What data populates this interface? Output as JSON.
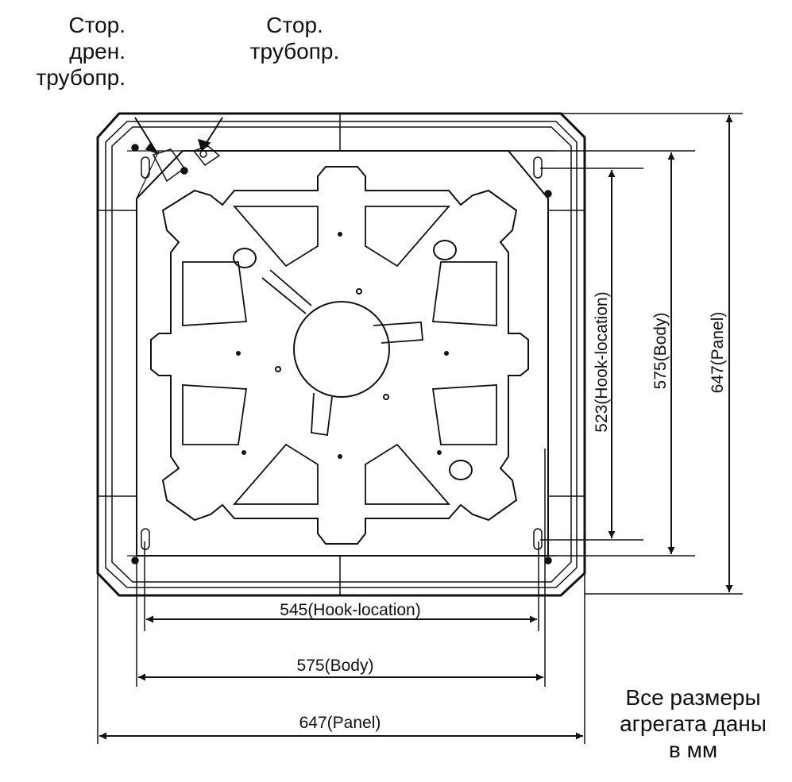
{
  "labels": {
    "drain_side": "Стор.\nдрен.\nтрубопр.",
    "pipe_side": "Стор.\nтрубопр.",
    "units_note": "Все размеры\nагрегата даны\nв мм"
  },
  "dimensions": {
    "horizontal": [
      {
        "value": "545(Hook-location)"
      },
      {
        "value": "575(Body)"
      },
      {
        "value": "647(Panel)"
      }
    ],
    "vertical": [
      {
        "value": "523(Hook-location)"
      },
      {
        "value": "575(Body)"
      },
      {
        "value": "647(Panel)"
      }
    ]
  },
  "colors": {
    "line": "#111111",
    "background": "#ffffff"
  }
}
